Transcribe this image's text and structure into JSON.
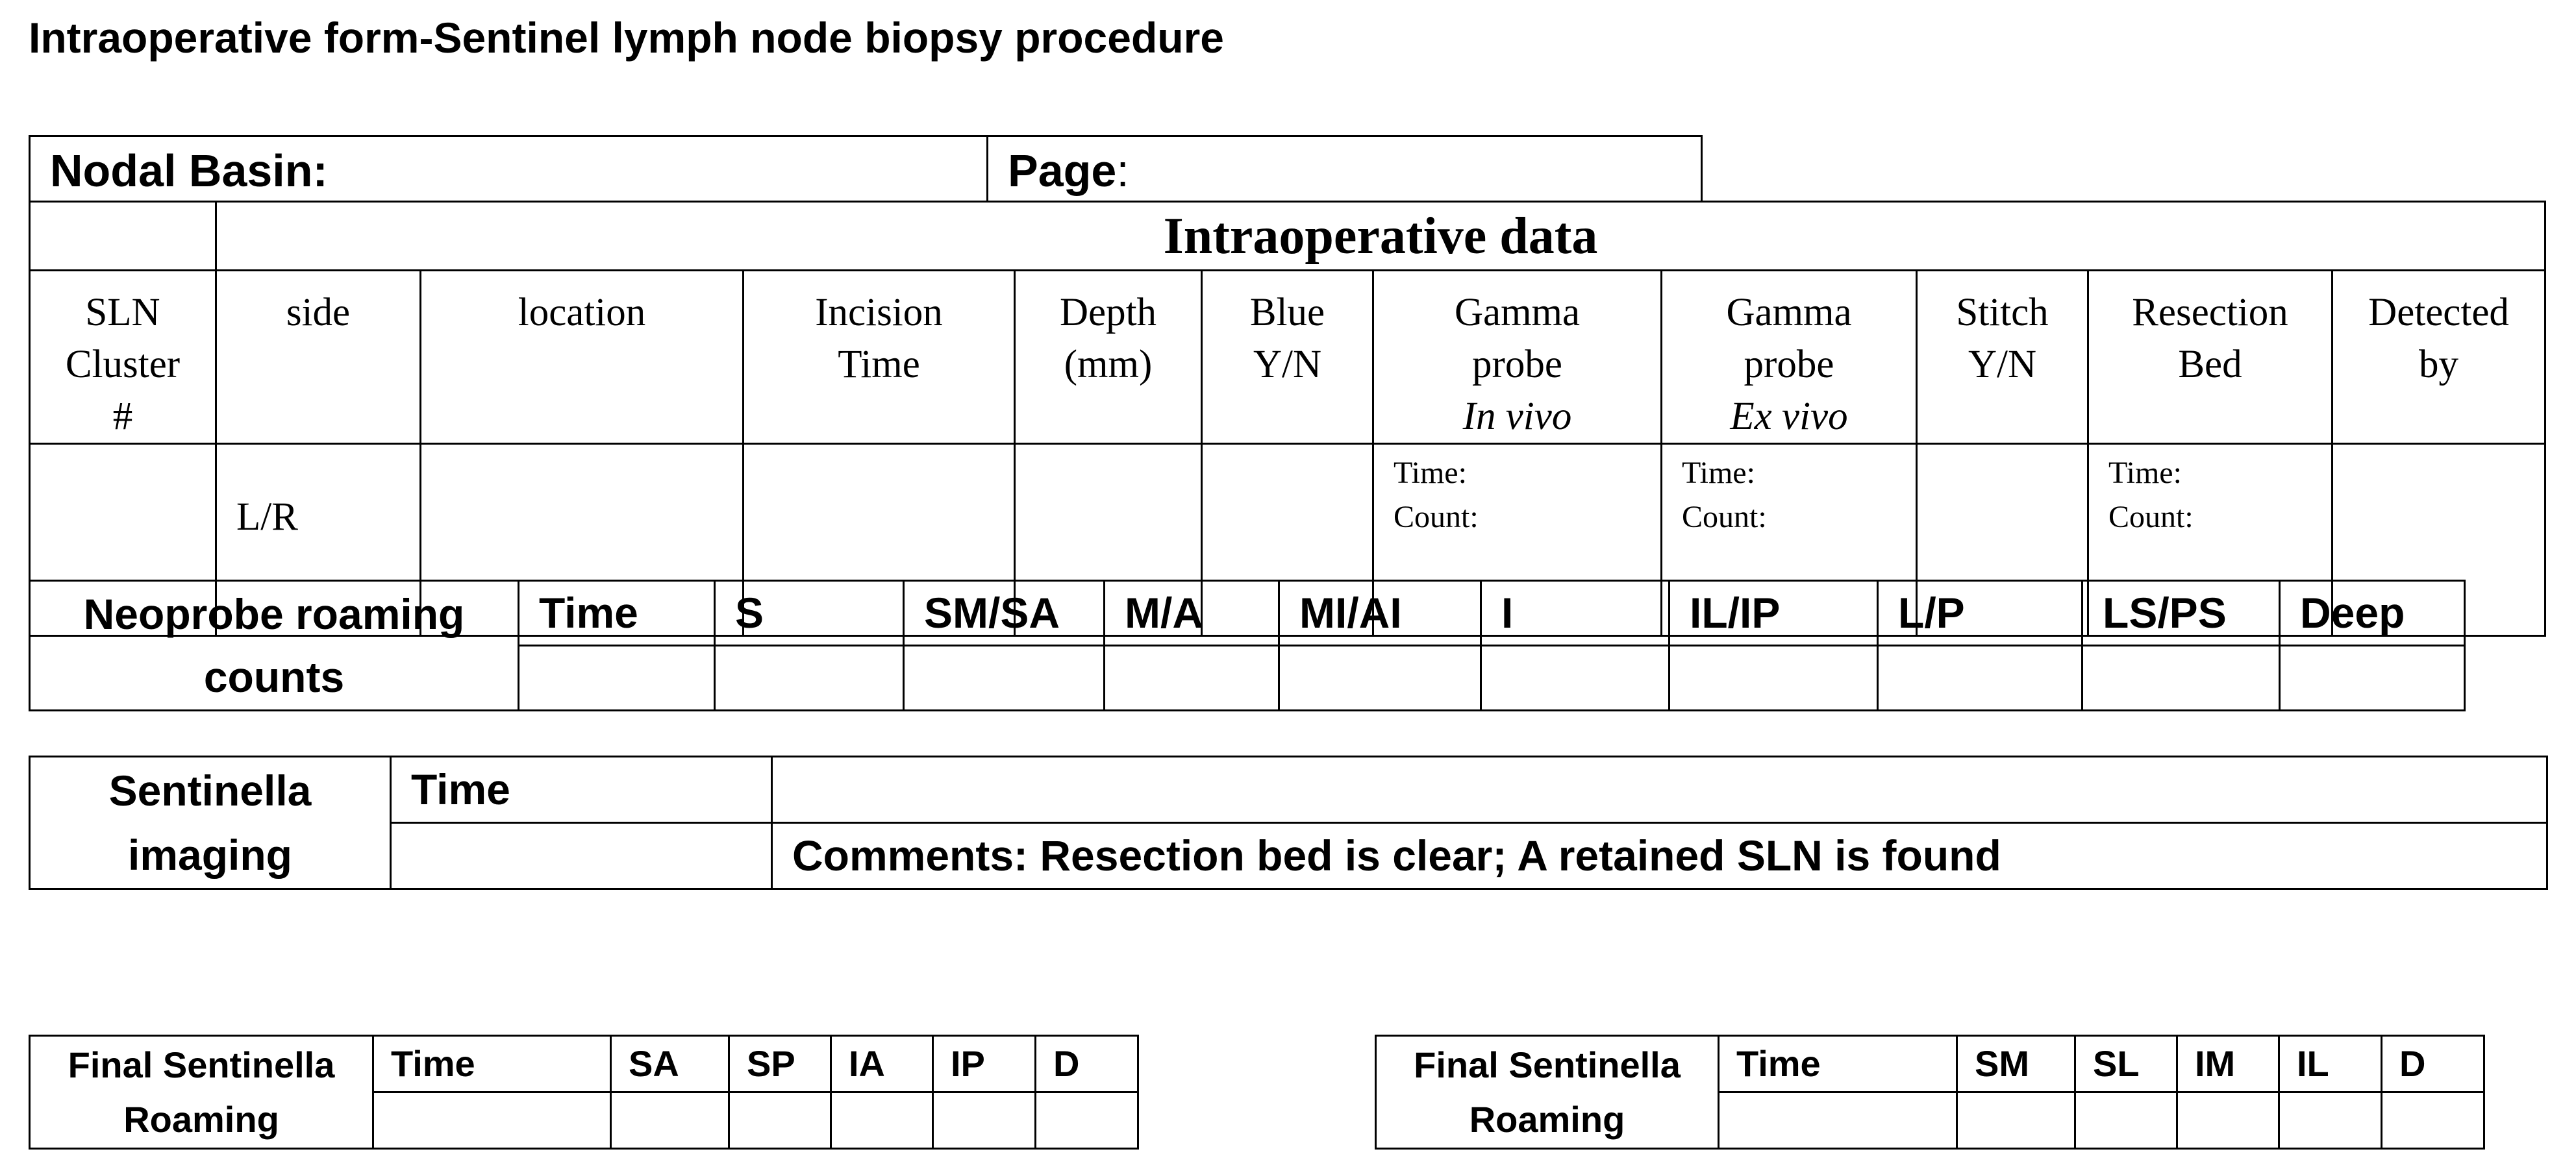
{
  "document": {
    "title": "Intraoperative form-Sentinel lymph node biopsy procedure"
  },
  "header_strip": {
    "nodal_basin": "Nodal Basin:",
    "page_label": "Page",
    "page_colon": ":"
  },
  "intraoperative": {
    "section_title": "Intraoperative data",
    "columns": {
      "sln_cluster": [
        "SLN",
        "Cluster",
        "#"
      ],
      "side": [
        "side"
      ],
      "location": [
        "location"
      ],
      "incision_time": [
        "Incision",
        "Time"
      ],
      "depth": [
        "Depth",
        "(mm)"
      ],
      "blue": [
        "Blue",
        "Y/N"
      ],
      "gamma_in_vivo": [
        "Gamma",
        "probe",
        "In vivo"
      ],
      "gamma_ex_vivo": [
        "Gamma",
        "probe",
        "Ex vivo"
      ],
      "stitch": [
        "Stitch",
        "Y/N"
      ],
      "resection_bed": [
        "Resection",
        "Bed"
      ],
      "detected_by": [
        "Detected",
        "by"
      ]
    },
    "entry": {
      "side_value": "L/R",
      "time_label": "Time:",
      "count_label": "Count:"
    }
  },
  "neoprobe": {
    "label": [
      "Neoprobe roaming",
      "counts"
    ],
    "headers": [
      "Time",
      "S",
      "SM/SA",
      "M/A",
      "MI/AI",
      "I",
      "IL/IP",
      "L/P",
      "LS/PS",
      "Deep"
    ]
  },
  "sentinella_imaging": {
    "label": [
      "Sentinella",
      "imaging"
    ],
    "time_header": "Time",
    "comments": "Comments: Resection bed is clear; A retained SLN is found"
  },
  "final_roaming_left": {
    "label": [
      "Final Sentinella",
      "Roaming"
    ],
    "headers": [
      "Time",
      "SA",
      "SP",
      "IA",
      "IP",
      "D"
    ]
  },
  "final_roaming_right": {
    "label": [
      "Final Sentinella",
      "Roaming"
    ],
    "headers": [
      "Time",
      "SM",
      "SL",
      "IM",
      "IL",
      "D"
    ]
  }
}
